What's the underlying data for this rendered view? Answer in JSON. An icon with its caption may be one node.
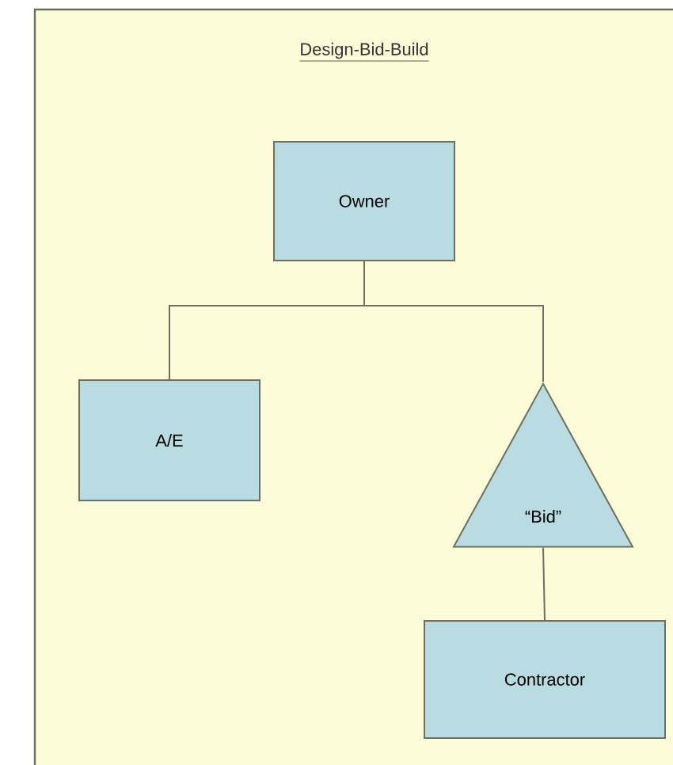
{
  "diagram": {
    "title": "Design-Bid-Build",
    "nodes": [
      {
        "text": [
          "Owner"
        ]
      },
      {
        "text": [
          "A/E"
        ]
      },
      {
        "text": [
          "“Bid”"
        ]
      },
      {
        "text": [
          "Contractor"
        ]
      }
    ],
    "edges": [
      {
        "from": 0,
        "to": 1,
        "arrow": "none"
      },
      {
        "from": 0,
        "to": 2,
        "arrow": "none"
      },
      {
        "from": 2,
        "to": 3,
        "arrow": "none"
      }
    ]
  }
}
